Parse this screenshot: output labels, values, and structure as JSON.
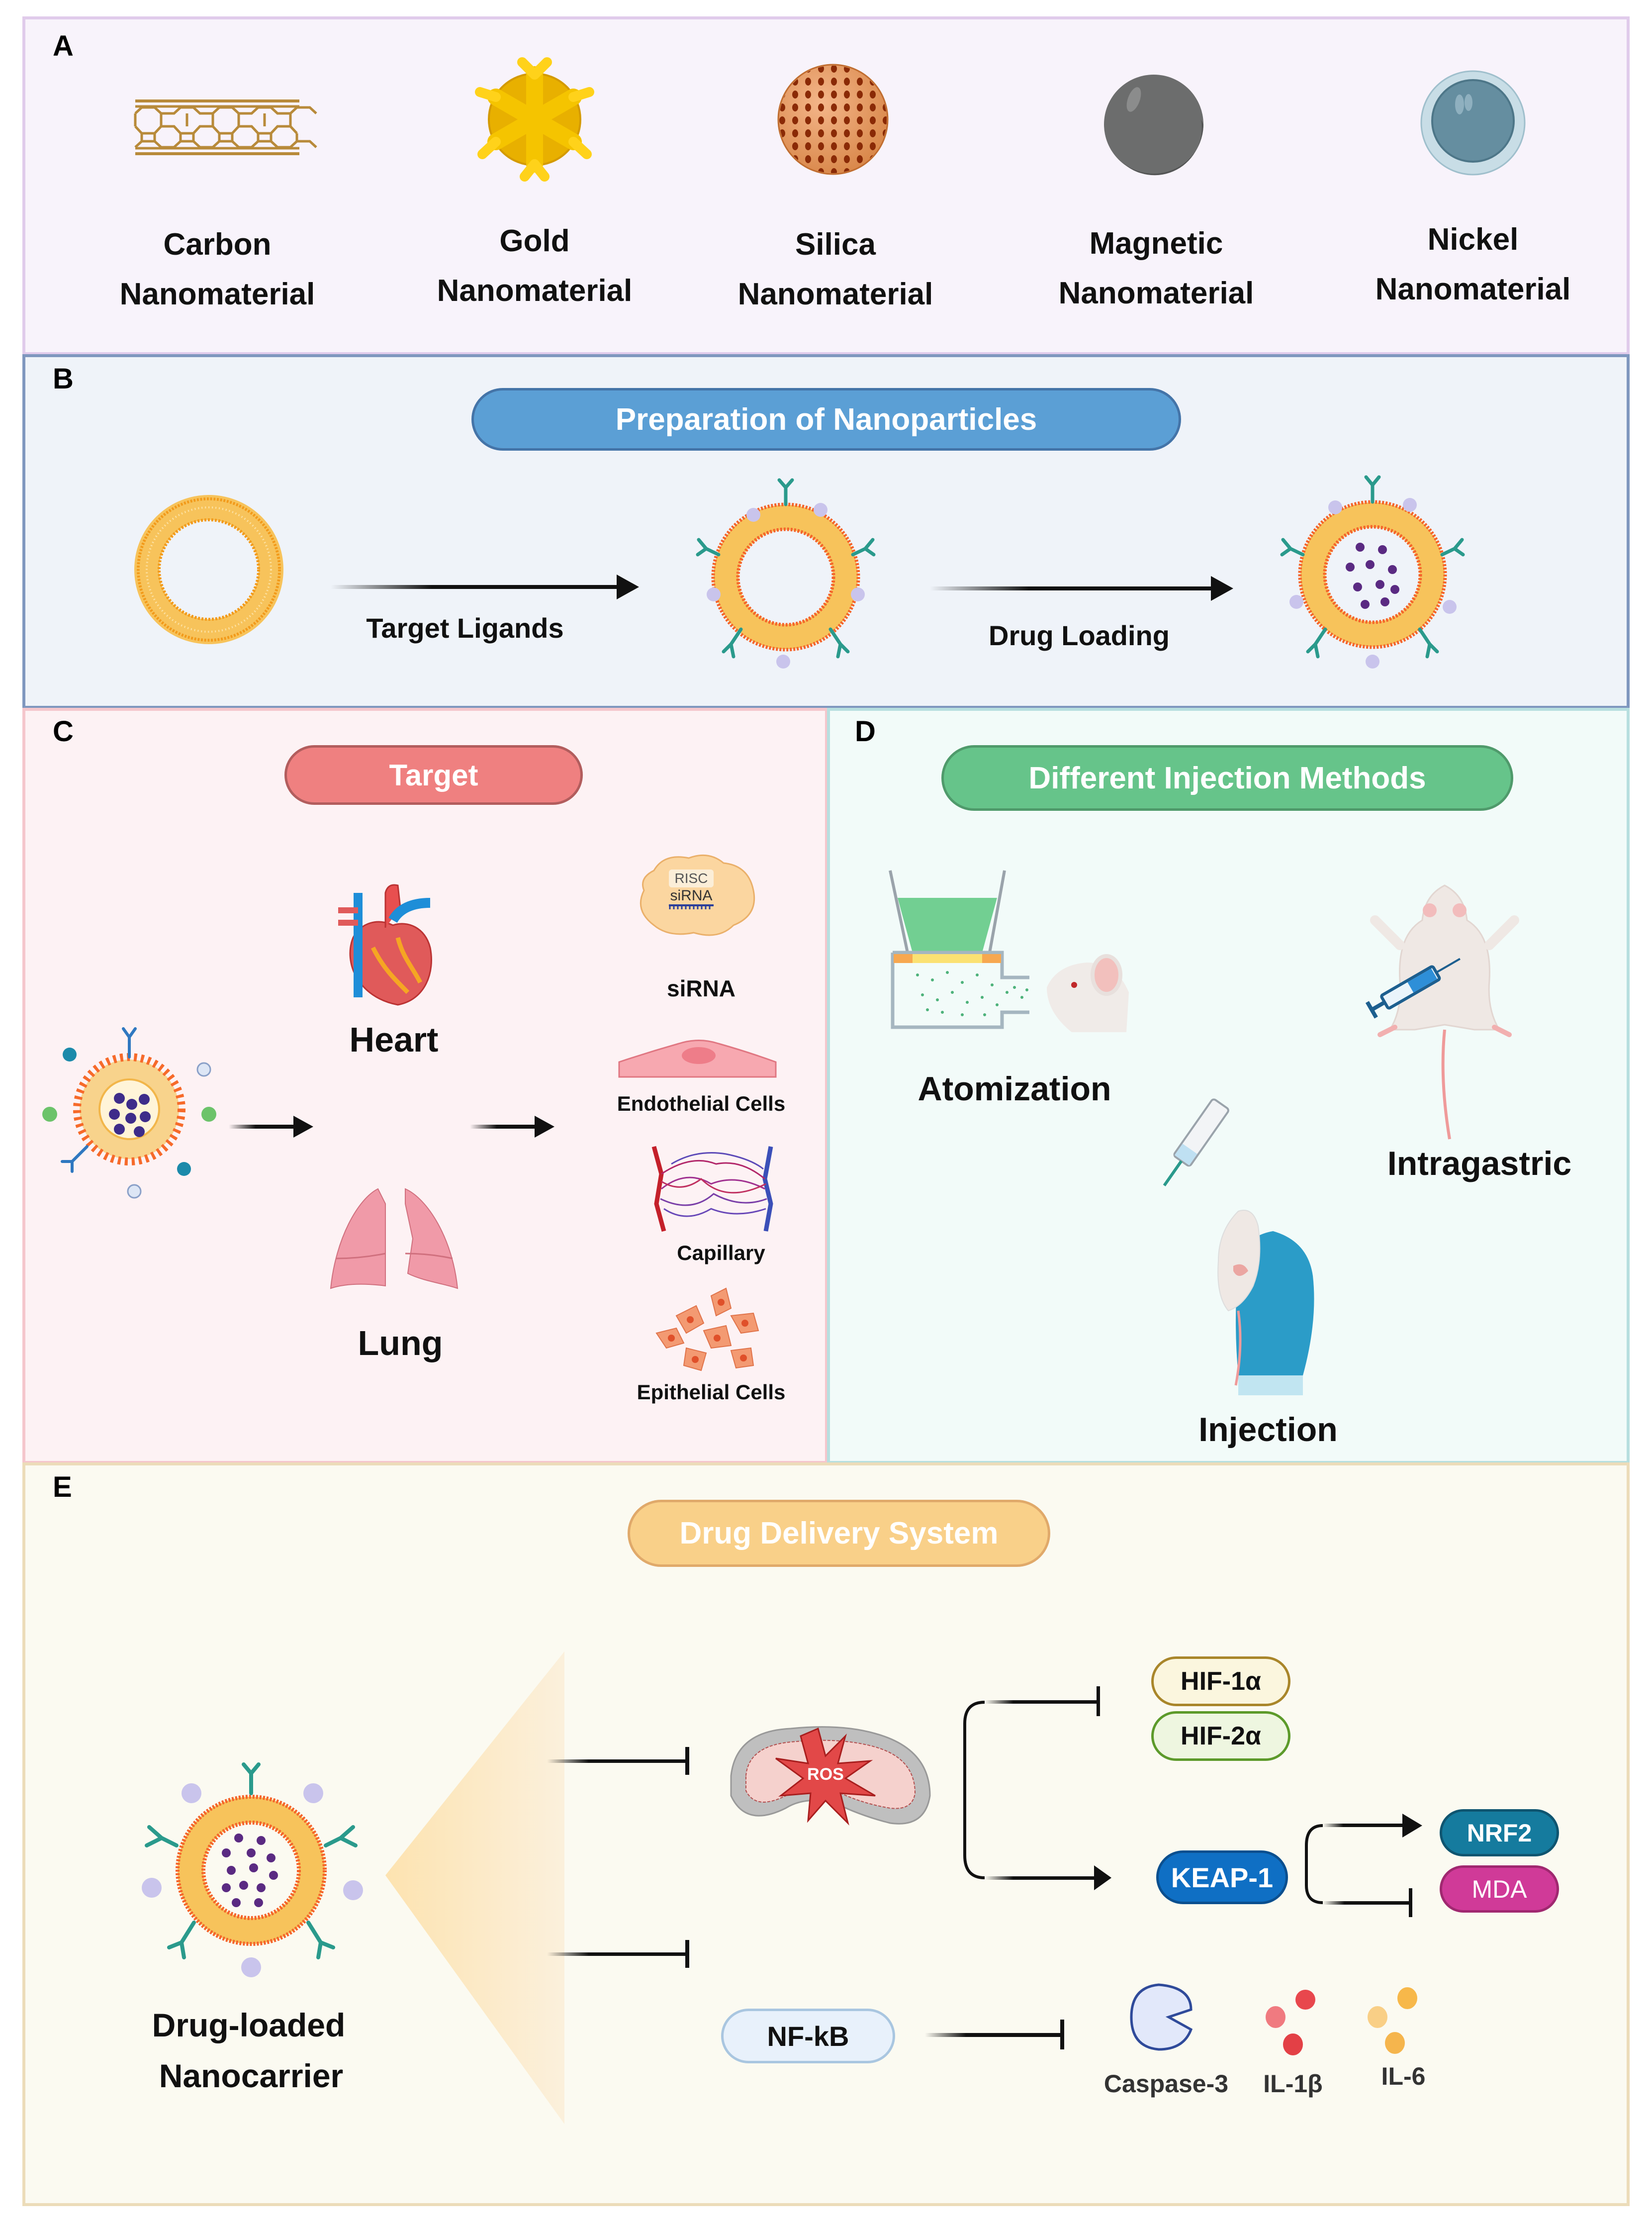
{
  "panels": {
    "a": {
      "letter": "A",
      "items": [
        {
          "line1": "Carbon",
          "line2": "Nanomaterial",
          "icon": "carbon-nanotube-icon"
        },
        {
          "line1": "Gold",
          "line2": "Nanomaterial",
          "icon": "gold-nanoparticle-icon"
        },
        {
          "line1": "Silica",
          "line2": "Nanomaterial",
          "icon": "silica-nanoparticle-icon"
        },
        {
          "line1": "Magnetic",
          "line2": "Nanomaterial",
          "icon": "magnetic-nanoparticle-icon"
        },
        {
          "line1": "Nickel",
          "line2": "Nanomaterial",
          "icon": "nickel-nanoparticle-icon"
        }
      ]
    },
    "b": {
      "letter": "B",
      "title": "Preparation of Nanoparticles",
      "steps": [
        {
          "label": "Target Ligands"
        },
        {
          "label": "Drug Loading"
        }
      ]
    },
    "c": {
      "letter": "C",
      "title": "Target",
      "organs": [
        {
          "label": "Heart"
        },
        {
          "label": "Lung"
        }
      ],
      "targets": [
        {
          "label": "siRNA",
          "inner1": "RISC",
          "inner2": "siRNA"
        },
        {
          "label": "Endothelial Cells"
        },
        {
          "label": "Capillary"
        },
        {
          "label": "Epithelial Cells"
        }
      ]
    },
    "d": {
      "letter": "D",
      "title": "Different Injection Methods",
      "methods": [
        {
          "label": "Atomization"
        },
        {
          "label": "Intragastric"
        },
        {
          "label": "Injection"
        }
      ]
    },
    "e": {
      "letter": "E",
      "title": "Drug Delivery System",
      "carrier_line1": "Drug-loaded",
      "carrier_line2": "Nanocarrier",
      "ros": "ROS",
      "nodes": {
        "hif1": "HIF-1α",
        "hif2": "HIF-2α",
        "keap1": "KEAP-1",
        "nrf2": "NRF2",
        "mda": "MDA",
        "nfkb": "NF-kB"
      },
      "effectors": [
        {
          "label": "Caspase-3"
        },
        {
          "label": "IL-1β"
        },
        {
          "label": "IL-6"
        }
      ]
    }
  },
  "colors": {
    "panel_a_bg": "#f8f3fb",
    "panel_a_border": "#e0cbeb",
    "panel_b_bg": "#eff3f9",
    "panel_b_border": "#7f97bf",
    "panel_c_bg": "#fdf2f4",
    "panel_c_border": "#f5c6cc",
    "panel_d_bg": "#f2fbf9",
    "panel_d_border": "#b7dfdf",
    "panel_e_bg": "#fbfaf1",
    "panel_e_border": "#ecdcb9",
    "pill_blue": "#5b9fd5",
    "pill_red": "#ef8080",
    "pill_green": "#66c48a",
    "pill_orange": "#f9d089",
    "keap1": "#0f6fc4",
    "nrf2": "#157b9e",
    "mda": "#d03a98"
  }
}
